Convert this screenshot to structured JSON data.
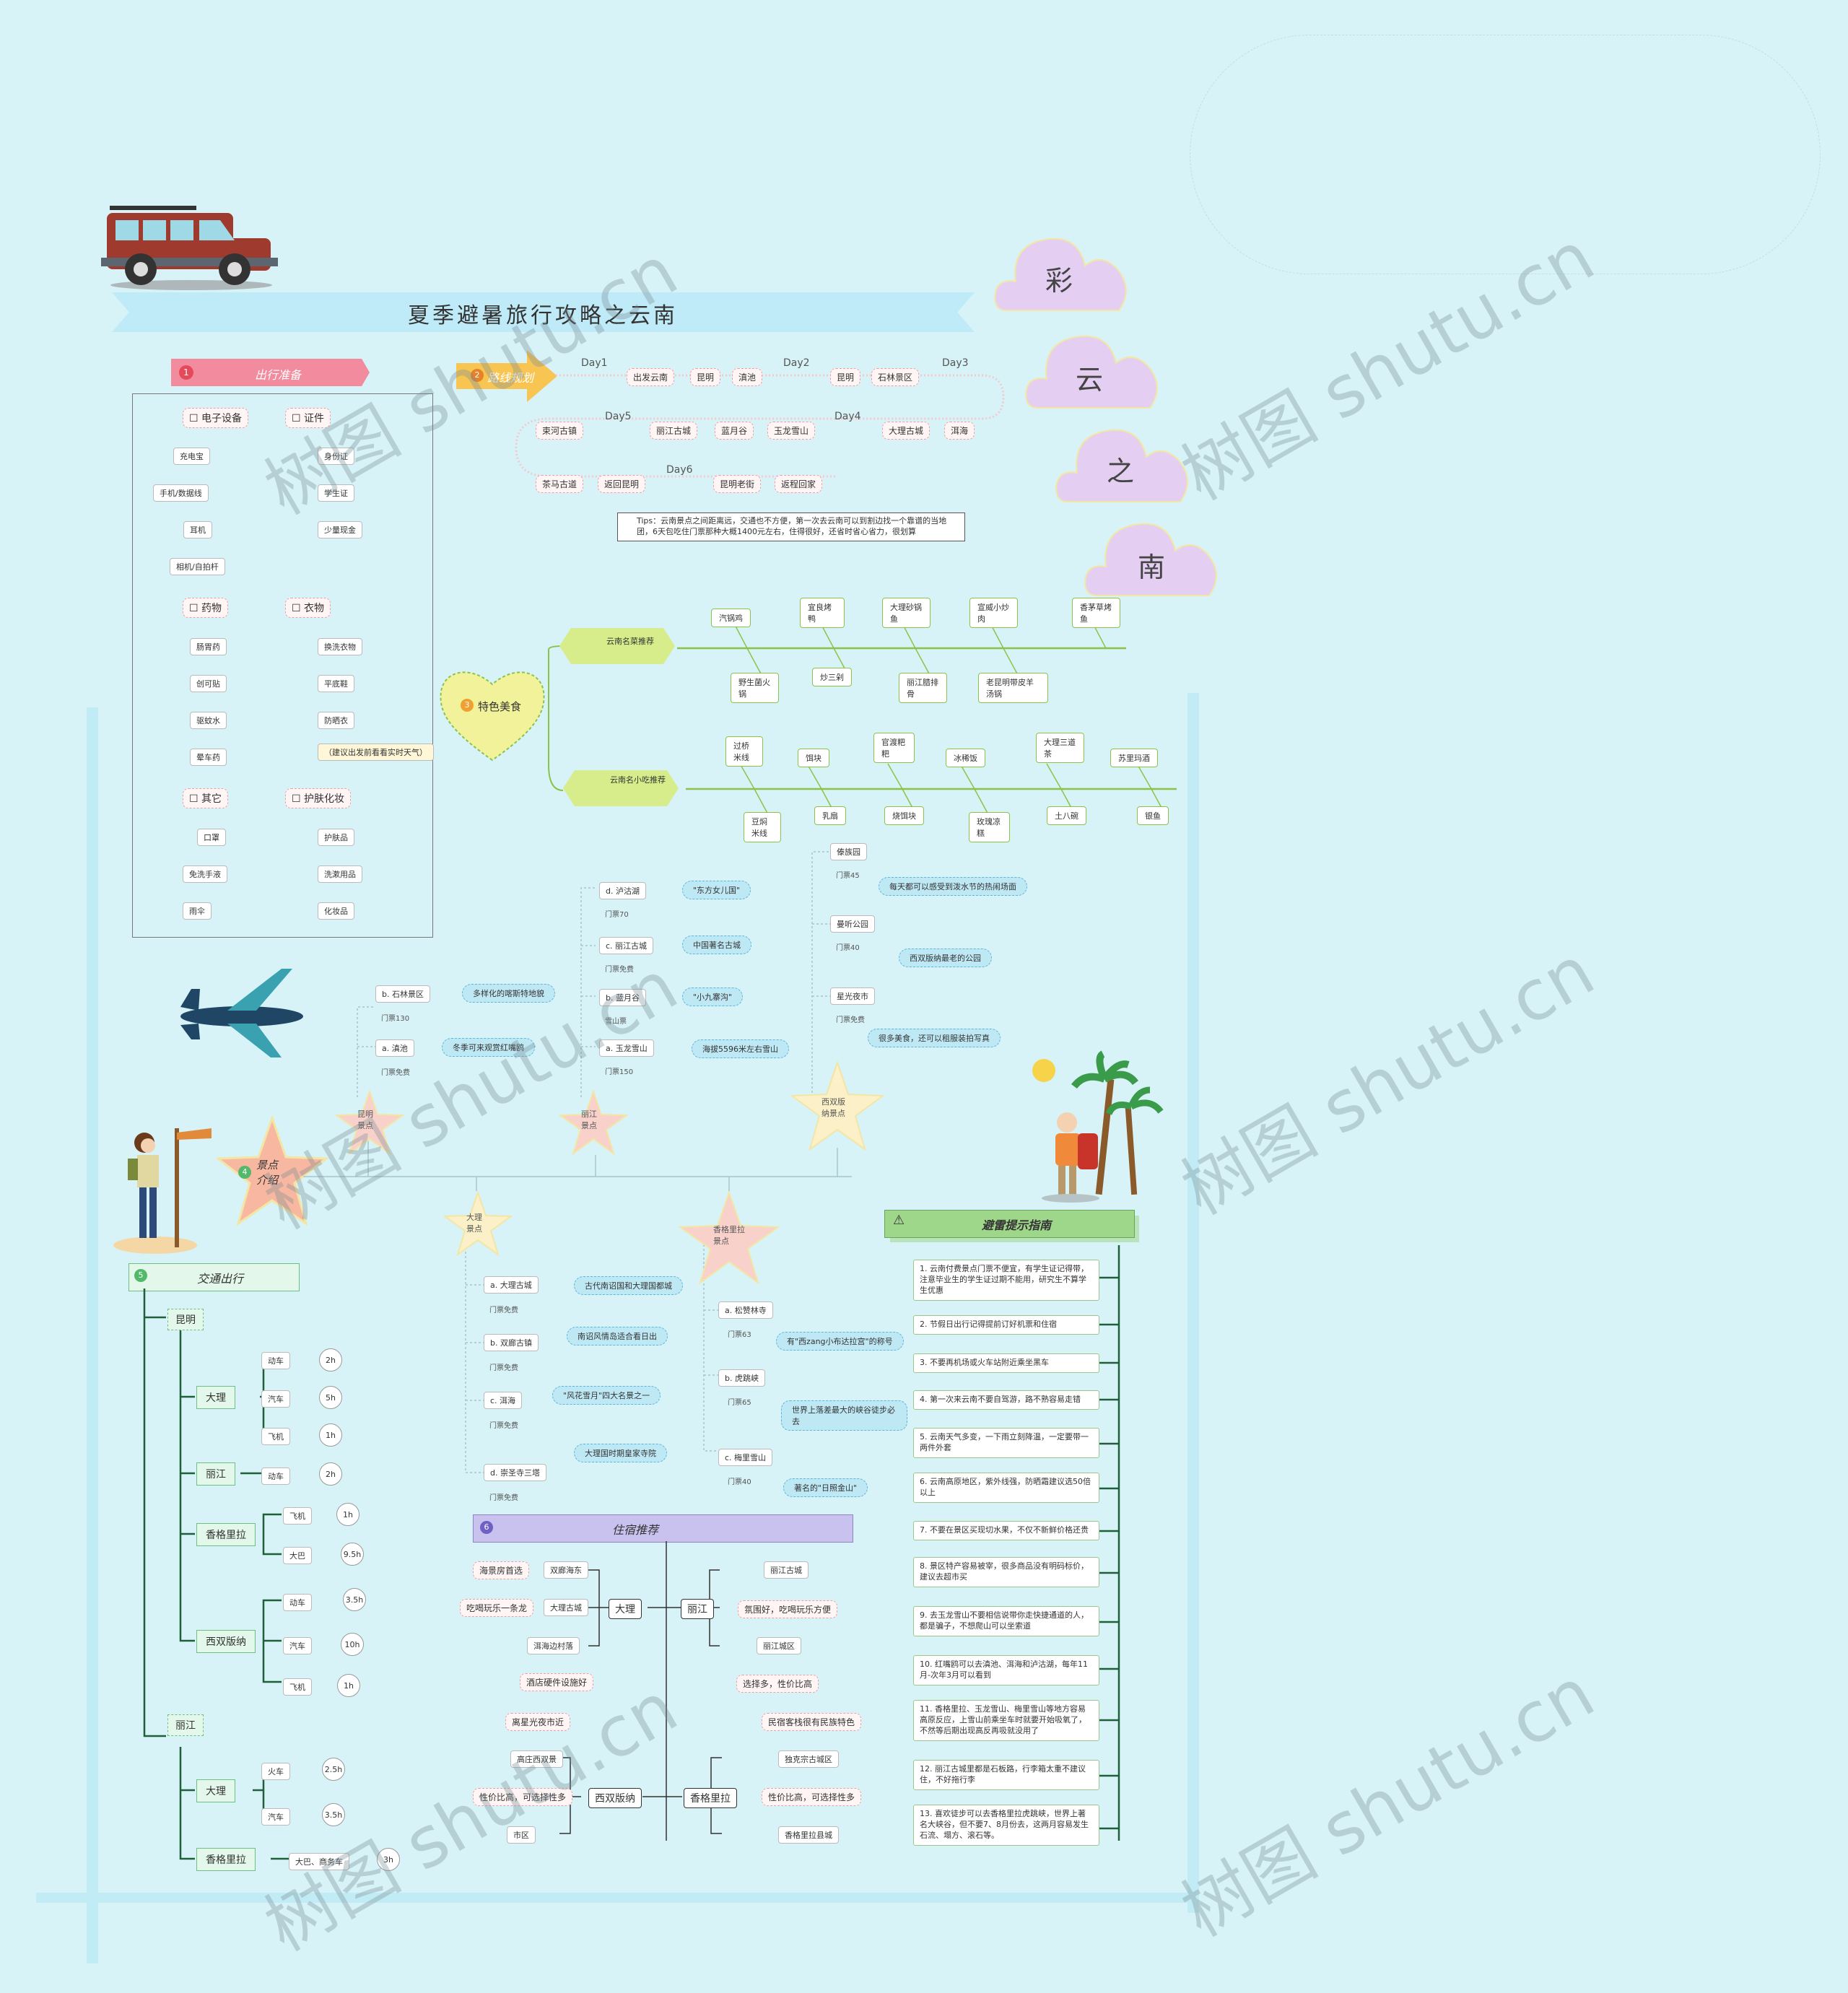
{
  "title": "夏季避暑旅行攻略之云南",
  "clouds": [
    "彩",
    "云",
    "之",
    "南"
  ],
  "watermark": "树图 shutu.cn",
  "prep": {
    "header": "出行准备",
    "num": "1",
    "groups": [
      {
        "label": "☐ 电子设备",
        "items": [
          "充电宝",
          "手机/数据线",
          "耳机",
          "相机/自拍杆"
        ]
      },
      {
        "label": "☐ 证件",
        "items": [
          "身份证",
          "学生证",
          "少量现金"
        ]
      },
      {
        "label": "☐ 药物",
        "items": [
          "肠胃药",
          "创可贴",
          "驱蚊水",
          "晕车药"
        ]
      },
      {
        "label": "☐ 衣物",
        "items": [
          "换洗衣物",
          "平底鞋",
          "防晒衣",
          "（建议出发前看看实时天气）"
        ]
      },
      {
        "label": "☐ 其它",
        "items": [
          "口罩",
          "免洗手液",
          "雨伞"
        ]
      },
      {
        "label": "☐ 护肤化妆",
        "items": [
          "护肤品",
          "洗漱用品",
          "化妆品"
        ]
      }
    ]
  },
  "route": {
    "header": "路线规划",
    "num": "2",
    "days": [
      "Day1",
      "Day2",
      "Day3",
      "Day4",
      "Day5",
      "Day6"
    ],
    "row1": [
      "出发云南",
      "昆明",
      "滇池",
      "昆明",
      "石林景区"
    ],
    "row2": [
      "束河古镇",
      "丽江古城",
      "蓝月谷",
      "玉龙雪山",
      "大理古城",
      "洱海"
    ],
    "row3": [
      "茶马古道",
      "返回昆明",
      "昆明老街",
      "返程回家"
    ],
    "tips": "Tips：云南景点之间距离远，交通也不方便，第一次去云南可以到割边找一个靠谱的当地团，6天包吃住门票那种大概1400元左右，住得很好，还省时省心省力，很划算"
  },
  "food": {
    "header": "特色美食",
    "num": "3",
    "cat1": "云南名菜推荐",
    "cat1_items": [
      "汽锅鸡",
      "宜良烤鸭",
      "大理砂锅鱼",
      "宣威小炒肉",
      "香茅草烤鱼",
      "野生菌火锅",
      "炒三剁",
      "丽江腊排骨",
      "老昆明带皮羊汤锅"
    ],
    "cat2": "云南名小吃推荐",
    "cat2_items": [
      "过桥米线",
      "饵块",
      "官渡粑粑",
      "冰稀饭",
      "大理三道茶",
      "苏里玛酒",
      "豆焖米线",
      "乳扇",
      "烧饵块",
      "玫瑰凉糕",
      "土八碗",
      "银鱼"
    ]
  },
  "scenery": {
    "header": "景点介绍",
    "num": "4",
    "kunming": {
      "label": "昆明景点",
      "items": [
        {
          "name": "b. 石林景区",
          "price": "门票130",
          "note": "多样化的喀斯特地貌"
        },
        {
          "name": "a. 滇池",
          "price": "门票免费",
          "note": "冬季可来观赏红嘴鸥"
        }
      ]
    },
    "lijiang": {
      "label": "丽江景点",
      "items": [
        {
          "name": "d. 泸沽湖",
          "price": "门票70",
          "note": "\"东方女儿国\""
        },
        {
          "name": "c. 丽江古城",
          "price": "门票免费",
          "note": "中国著名古城"
        },
        {
          "name": "b. 蓝月谷",
          "price": "雪山票",
          "note": "\"小九寨沟\""
        },
        {
          "name": "a. 玉龙雪山",
          "price": "门票150",
          "note": "海拔5596米左右雪山"
        }
      ]
    },
    "xishuang": {
      "label": "西双版纳景点",
      "items": [
        {
          "name": "傣族园",
          "price": "门票45",
          "note": "每天都可以感受到泼水节的热闹场面"
        },
        {
          "name": "曼听公园",
          "price": "门票40",
          "note": "西双版纳最老的公园"
        },
        {
          "name": "星光夜市",
          "price": "门票免费",
          "note": "很多美食，还可以租服装拍写真"
        }
      ]
    },
    "dali": {
      "label": "大理景点",
      "items": [
        {
          "name": "a. 大理古城",
          "price": "门票免费",
          "note": "古代南诏国和大理国都城"
        },
        {
          "name": "b. 双廊古镇",
          "price": "门票免费",
          "note": "南诏风情岛适合看日出"
        },
        {
          "name": "c. 洱海",
          "price": "门票免费",
          "note": "\"风花雪月\"四大名景之一"
        },
        {
          "name": "d. 崇圣寺三塔",
          "price": "门票免费",
          "note": "大理国时期皇家寺院"
        }
      ]
    },
    "shangri": {
      "label": "香格里拉景点",
      "items": [
        {
          "name": "a. 松赞林寺",
          "price": "门票63",
          "note": "有\"西zang小布达拉宫\"的称号"
        },
        {
          "name": "b. 虎跳峡",
          "price": "门票65",
          "note": "世界上落差最大的峡谷徒步必去"
        },
        {
          "name": "c. 梅里雪山",
          "price": "门票40",
          "note": "著名的\"日照金山\""
        }
      ]
    }
  },
  "transport": {
    "header": "交通出行",
    "num": "5",
    "from1": "昆明",
    "routes1": [
      {
        "dest": "大理",
        "modes": [
          [
            "动车",
            "2h"
          ],
          [
            "汽车",
            "5h"
          ],
          [
            "飞机",
            "1h"
          ]
        ]
      },
      {
        "dest": "丽江",
        "modes": [
          [
            "动车",
            "2h"
          ]
        ]
      },
      {
        "dest": "香格里拉",
        "modes": [
          [
            "飞机",
            "1h"
          ],
          [
            "大巴",
            "9.5h"
          ]
        ]
      },
      {
        "dest": "西双版纳",
        "modes": [
          [
            "动车",
            "3.5h"
          ],
          [
            "汽车",
            "10h"
          ],
          [
            "飞机",
            "1h"
          ]
        ]
      }
    ],
    "from2": "丽江",
    "routes2": [
      {
        "dest": "大理",
        "modes": [
          [
            "火车",
            "2.5h"
          ],
          [
            "汽车",
            "3.5h"
          ]
        ]
      },
      {
        "dest": "香格里拉",
        "modes": [
          [
            "大巴、商务车",
            "3h"
          ]
        ]
      }
    ]
  },
  "lodging": {
    "header": "住宿推荐",
    "num": "6",
    "dali": {
      "label": "大理",
      "subs": [
        {
          "name": "双廊海东",
          "note": "海景房首选"
        },
        {
          "name": "大理古城",
          "note": "吃喝玩乐一条龙"
        },
        {
          "name": "洱海边村落",
          "note": ""
        }
      ],
      "extra": "酒店硬件设施好"
    },
    "lijiang": {
      "label": "丽江",
      "subs": [
        {
          "name": "丽江古城",
          "note": ""
        },
        {
          "name": "",
          "note": "氛围好，吃喝玩乐方便"
        },
        {
          "name": "丽江城区",
          "note": ""
        }
      ],
      "extra": "选择多，性价比高"
    },
    "xishuang": {
      "label": "西双版纳",
      "subs": [
        {
          "name": "高庄西双景",
          "note": "性价比高，可选择性多"
        },
        {
          "name": "市区",
          "note": ""
        }
      ],
      "extra": "离星光夜市近"
    },
    "shangri": {
      "label": "香格里拉",
      "subs": [
        {
          "name": "独克宗古城区",
          "note": "民宿客栈很有民族特色"
        },
        {
          "name": "",
          "note": "性价比高，可选择性多"
        },
        {
          "name": "香格里拉县城",
          "note": ""
        }
      ]
    }
  },
  "warnings": {
    "header": "避雷提示指南",
    "items": [
      "云南付费景点门票不便宜，有学生证记得带，注意毕业生的学生证过期不能用，研究生不算学生优惠",
      "节假日出行记得提前订好机票和住宿",
      "不要再机场或火车站附近乘坐黑车",
      "第一次来云南不要自驾游，路不熟容易走错",
      "云南天气多变，一下雨立刻降温，一定要带一两件外套",
      "云南高原地区，紫外线强，防晒霜建议选50倍以上",
      "不要在景区买现切水果，不仅不新鲜价格还贵",
      "景区特产容易被宰，很多商品没有明码标价，建议去超市买",
      "去玉龙雪山不要相信说带你走快捷通道的人，都是骗子，不想爬山可以坐索道",
      "红嘴鸥可以去滇池、洱海和泸沽湖，每年11月-次年3月可以看到",
      "香格里拉、玉龙雪山、梅里雪山等地方容易高原反应，上雪山前乘坐车时就要开始吸氧了，不然等后期出现高反再吸就没用了",
      "丽江古城里都是石板路，行李箱太重不建议住，不好拖行李",
      "喜欢徒步可以去香格里拉虎跳峡，世界上著名大峡谷，但不要7、8月份去，这两月容易发生石流、塌方、滚石等。"
    ]
  },
  "colors": {
    "bg": "#d7f3f7",
    "cloud": "#e4cff3",
    "prepHeader": "#f28b9e",
    "routeHeader": "#f8c552",
    "food": "#f2f29a",
    "trans": "#e3f7ea",
    "lodge": "#c9c2ee",
    "warn": "#9ed68a"
  }
}
